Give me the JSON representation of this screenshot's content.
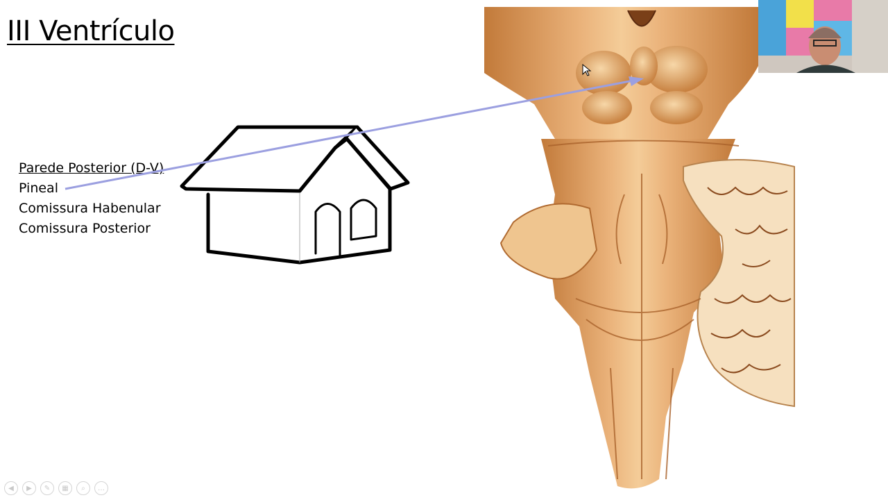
{
  "slide": {
    "title": "III Ventrículo",
    "bullets": [
      "Parede Posterior  (D-V)",
      "Pineal",
      "Comissura Habenular",
      "Comissura Posterior"
    ]
  },
  "illustration": {
    "house_icon": "house-outline-icon",
    "anatomy_image": "brainstem-dorsal-view-illustration",
    "pointer_color": "#9b9fe0"
  },
  "webcam": {
    "description_icon": "presenter-webcam-icon"
  },
  "toolbar": {
    "buttons": [
      {
        "icon": "previous-icon",
        "glyph": "◀"
      },
      {
        "icon": "next-icon",
        "glyph": "▶"
      },
      {
        "icon": "pen-icon",
        "glyph": "✎"
      },
      {
        "icon": "slides-grid-icon",
        "glyph": "▦"
      },
      {
        "icon": "zoom-icon",
        "glyph": "⌕"
      },
      {
        "icon": "more-icon",
        "glyph": "…"
      }
    ]
  }
}
